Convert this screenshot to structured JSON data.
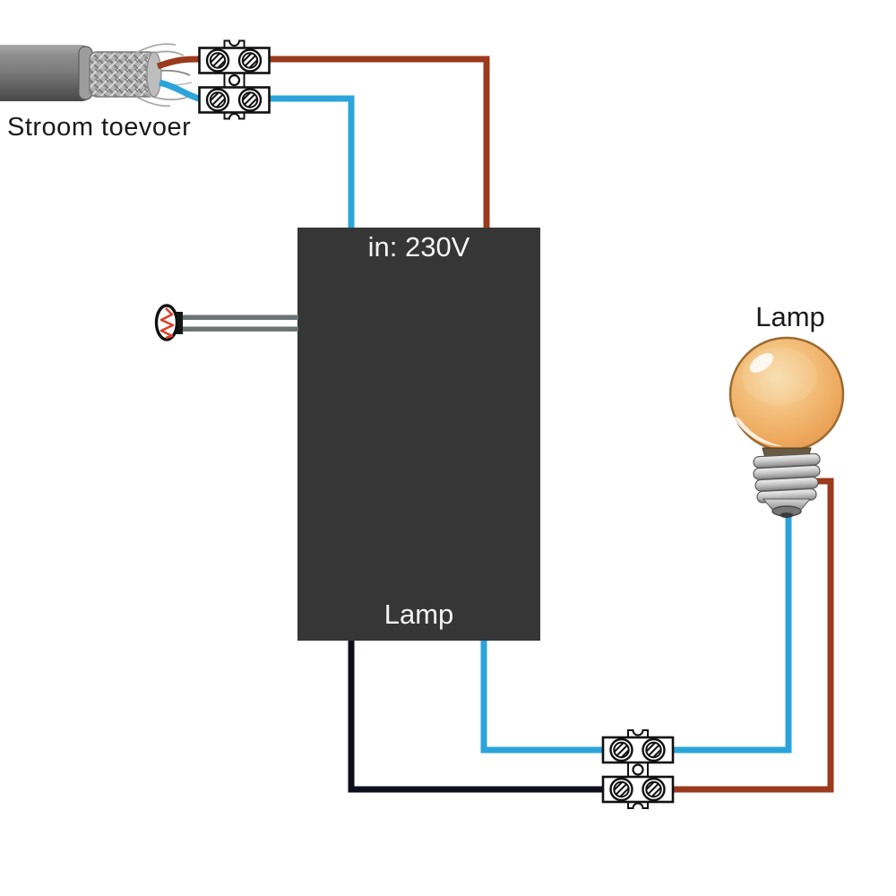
{
  "diagram": {
    "power_supply_label": "Stroom toevoer",
    "receiver_box": {
      "input_label": "in: 230V",
      "output_label": "Lamp"
    },
    "lamp_label": "Lamp"
  },
  "colors": {
    "live_wire": "#9B3A1D",
    "neutral_wire": "#2BA4DB",
    "switched_wire": "#0E0E1E",
    "box_background": "#363636",
    "box_text": "#F4F4F4",
    "label_text": "#1B1B1B",
    "bulb_orange": "#EFAF66",
    "antenna_coil_red": "#D8402A"
  },
  "components": {
    "cable": "power-cable",
    "input_terminal_block": "screw-terminal-block",
    "output_terminal_block": "screw-terminal-block",
    "receiver": "receiver-box",
    "antenna": "antenna",
    "bulb": "lamp-bulb"
  }
}
